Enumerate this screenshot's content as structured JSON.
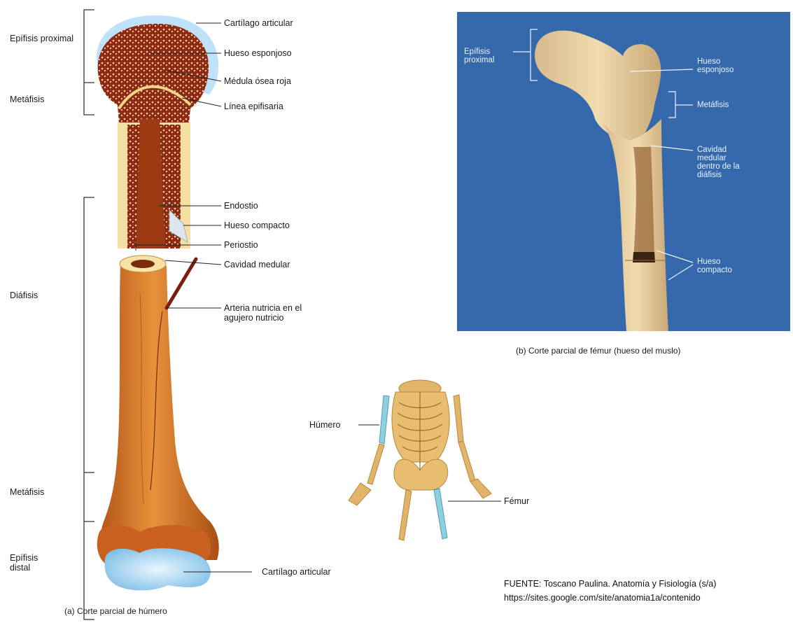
{
  "humerus": {
    "regions": [
      "Epífisis proximal",
      "Metáfisis",
      "Diáfisis",
      "Metáfisis",
      "Epífisis distal"
    ],
    "parts": [
      "Cartílago articular",
      "Hueso esponjoso",
      "Médula ósea roja",
      "Línea epifisaria",
      "Endostio",
      "Hueso compacto",
      "Periostio",
      "Cavidad medular",
      "Arteria nutricia en el agujero nutricio",
      "Cartílago articular"
    ],
    "caption": "(a) Corte parcial de húmero"
  },
  "femur": {
    "labels": [
      "Epífisis proximal",
      "Hueso esponjoso",
      "Metáfisis",
      "Cavidad medular dentro de la diáfisis",
      "Hueso compacto"
    ],
    "caption": "(b) Corte parcial de fémur (hueso del muslo)"
  },
  "skeleton": {
    "humero": "Húmero",
    "femur": "Fémur"
  },
  "source": {
    "line1": "FUENTE: Toscano Paulina. Anatomía y Fisiología (s/a)",
    "line2": "https://sites.google.com/site/anatomia1a/contenido"
  },
  "colors": {
    "photo_background": "#3a6fb4",
    "bone": "#d9822b",
    "cartilage": "#a9d6f2",
    "spongy": "#8e2a12"
  }
}
